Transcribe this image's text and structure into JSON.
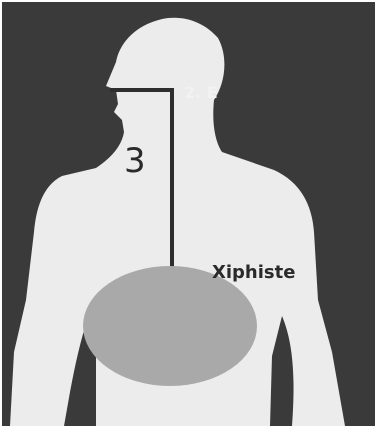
{
  "diagram": {
    "labels": {
      "point_2": "2. E",
      "point_3": "3",
      "xiphisternum": "Xiphiste"
    },
    "colors": {
      "background": "#3a3a3a",
      "silhouette": "#ececec",
      "tube": "#2e2e2e",
      "stomach": "#a9a9a9",
      "label_light": "#f2f2f2",
      "label_dark": "#2a2a2a"
    }
  }
}
